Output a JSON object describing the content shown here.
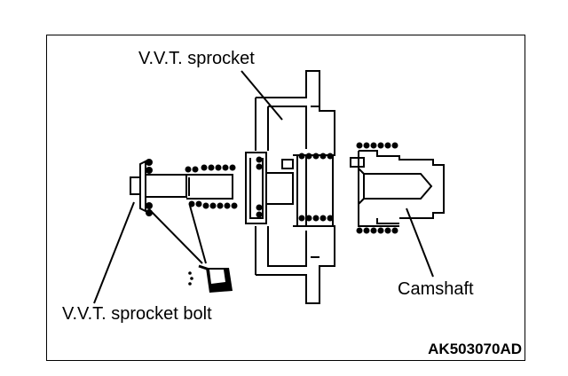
{
  "labels": {
    "vvt_sprocket": "V.V.T. sprocket",
    "camshaft": "Camshaft",
    "vvt_sprocket_bolt": "V.V.T. sprocket bolt",
    "figure_code": "AK503070AD"
  },
  "colors": {
    "line": "#000000",
    "background": "#ffffff"
  }
}
